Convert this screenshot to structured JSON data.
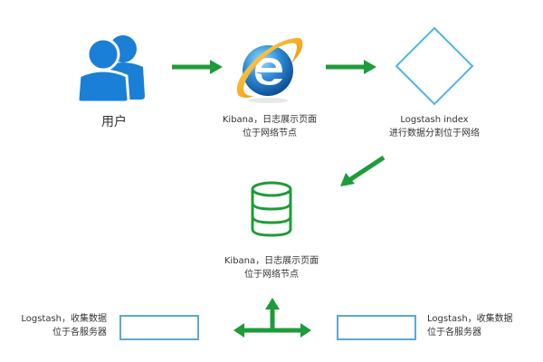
{
  "nodes": {
    "user": {
      "label": "用户",
      "icon": "users-icon",
      "color": "#1a7fd6"
    },
    "kibana_browser": {
      "line1": "Kibana，日志展示页面",
      "line2": "位于网络节点",
      "icon": "internet-explorer-icon"
    },
    "logstash_index": {
      "line1": "Logstash index",
      "line2": "进行数据分割位于网络",
      "icon": "diamond-icon",
      "color": "#4fb3e8"
    },
    "kibana_db": {
      "line1": "Kibana，日志展示页面",
      "line2": "位于网络节点",
      "icon": "database-icon",
      "color": "#1e9b3a"
    },
    "logstash_left": {
      "line1": "Logstash，收集数据",
      "line2": "位于各服务器"
    },
    "logstash_right": {
      "line1": "Logstash，收集数据",
      "line2": "位于各服务器"
    }
  },
  "colors": {
    "arrow": "#1e9b3a",
    "box_border": "#5aa9d6"
  }
}
